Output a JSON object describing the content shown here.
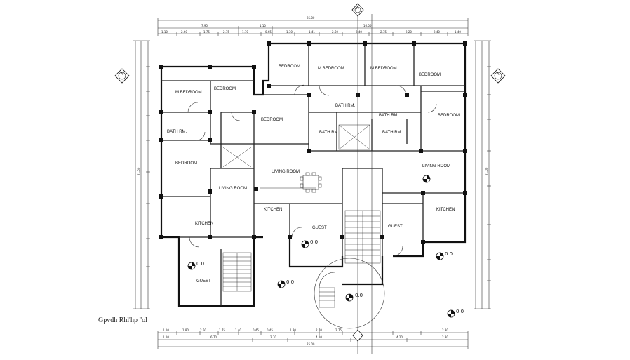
{
  "plan": {
    "caption": "Gpvdh Rhl'hp ''ol",
    "rooms": {
      "bedroom_left_mid": "BEDROOM",
      "mbedroom_left": "M.BEDROOM",
      "bedroom_left_top": "BEDROOM",
      "bath_left": "BATH RM.",
      "living_left": "LIVING ROOM",
      "kitchen_left": "KITCHEN",
      "guest_left": "GUEST",
      "bedroom_top1": "BEDROOM",
      "mbedroom_top2": "M.BEDROOM",
      "mbedroom_top3": "M.BEDROOM",
      "bedroom_top4": "BEDROOM",
      "bedroom_center": "BEDROOM",
      "bath_center1": "BATH RM.",
      "bath_center2": "BATH RM.",
      "bath_center3": "BATH RM.",
      "bath_center4": "BATH RM.",
      "bedroom_right": "BEDROOM",
      "living_center": "LIVING ROOM",
      "kitchen_center": "KITCHEN",
      "guest_center": "GUEST",
      "guest_right": "GUEST",
      "living_right": "LIVING ROOM",
      "kitchen_right": "KITCHEN"
    },
    "levels": {
      "l1": "0.0",
      "l2": "0.0",
      "l3": "0.0",
      "l4": "0.0",
      "l5": "0.0",
      "l6": "0.0"
    },
    "sections": {
      "s1": "A",
      "s2": "A",
      "s3": "A"
    },
    "dims": {
      "total_top": "25.00",
      "top_a": "7.95",
      "top_b": "1.10",
      "top_c": "16.00",
      "top_row": [
        "1.10",
        "2.60",
        "1.75",
        "2.75",
        "1.70",
        "0.65",
        "1.30",
        "1.41",
        "2.60",
        "2.40",
        "2.75",
        "2.20",
        "2.40",
        "1.40"
      ],
      "bottom_row1": [
        "1.10",
        "1.80",
        "2.60",
        "1.75",
        "1.40",
        "0.45",
        "0.45",
        "1.80",
        "2.70",
        "2.75",
        "2.30"
      ],
      "bottom_row2": [
        "1.10",
        "6.70",
        "2.70",
        "4.20",
        "4.20",
        "2.30"
      ],
      "total_bottom": "25.00",
      "left_total": "21.00",
      "right_total": "21.00"
    }
  }
}
